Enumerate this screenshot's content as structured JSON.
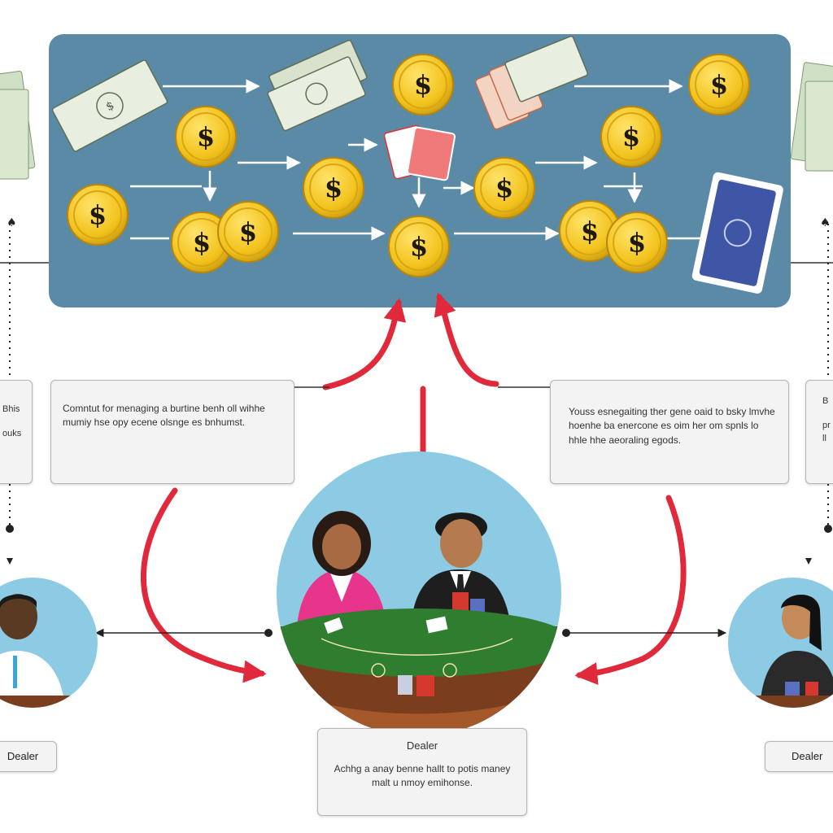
{
  "boxes": {
    "left_note": "Comntut for menaging a burtine benh oll wihhe mumiy hse opy ecene olsnge es bnhumst.",
    "right_note": "Youss esnegaiting ther gene oaid to bsky lmvhe hoenhe ba enercone es oim her om spnls lo hhle hhe aeoraling egods.",
    "dealer_title": "Dealer",
    "dealer_note": "Achhg a anay benne hallt to potis maney malt u nmoy emihonse.",
    "far_left_lines": [
      "Bhis",
      "ouks"
    ],
    "far_right_lines": [
      "B",
      "pr",
      "ll"
    ],
    "left_person_label": "Dealer",
    "right_person_label": "Dealer"
  },
  "icons": {
    "coin": "dollar-coin-icon",
    "banknote": "banknote-icon",
    "playing_cards": "playing-cards-icon",
    "card_deck": "card-deck-icon"
  },
  "colors": {
    "panel": "#5a8aa6",
    "coin": "#f2c21b",
    "arrow_red": "#e02a3c",
    "table_green": "#2f7d2e",
    "circle_bg": "#8dcbe4"
  }
}
